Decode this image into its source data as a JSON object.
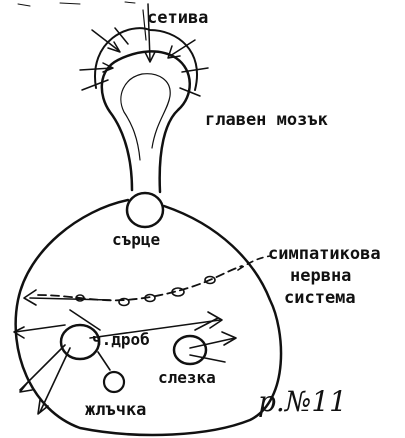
{
  "labels": {
    "senses": "сетива",
    "brain": "главен мозък",
    "heart": "сърце",
    "sympathetic_line1": "симпатикова",
    "sympathetic_line2": "нервна",
    "sympathetic_line3": "система",
    "lungs": "ч.дроб",
    "spleen": "слезка",
    "gallbladder": "жлъчка"
  },
  "annotation": "p.№11",
  "colors": {
    "ink": "#111111",
    "paper": "#ffffff"
  }
}
